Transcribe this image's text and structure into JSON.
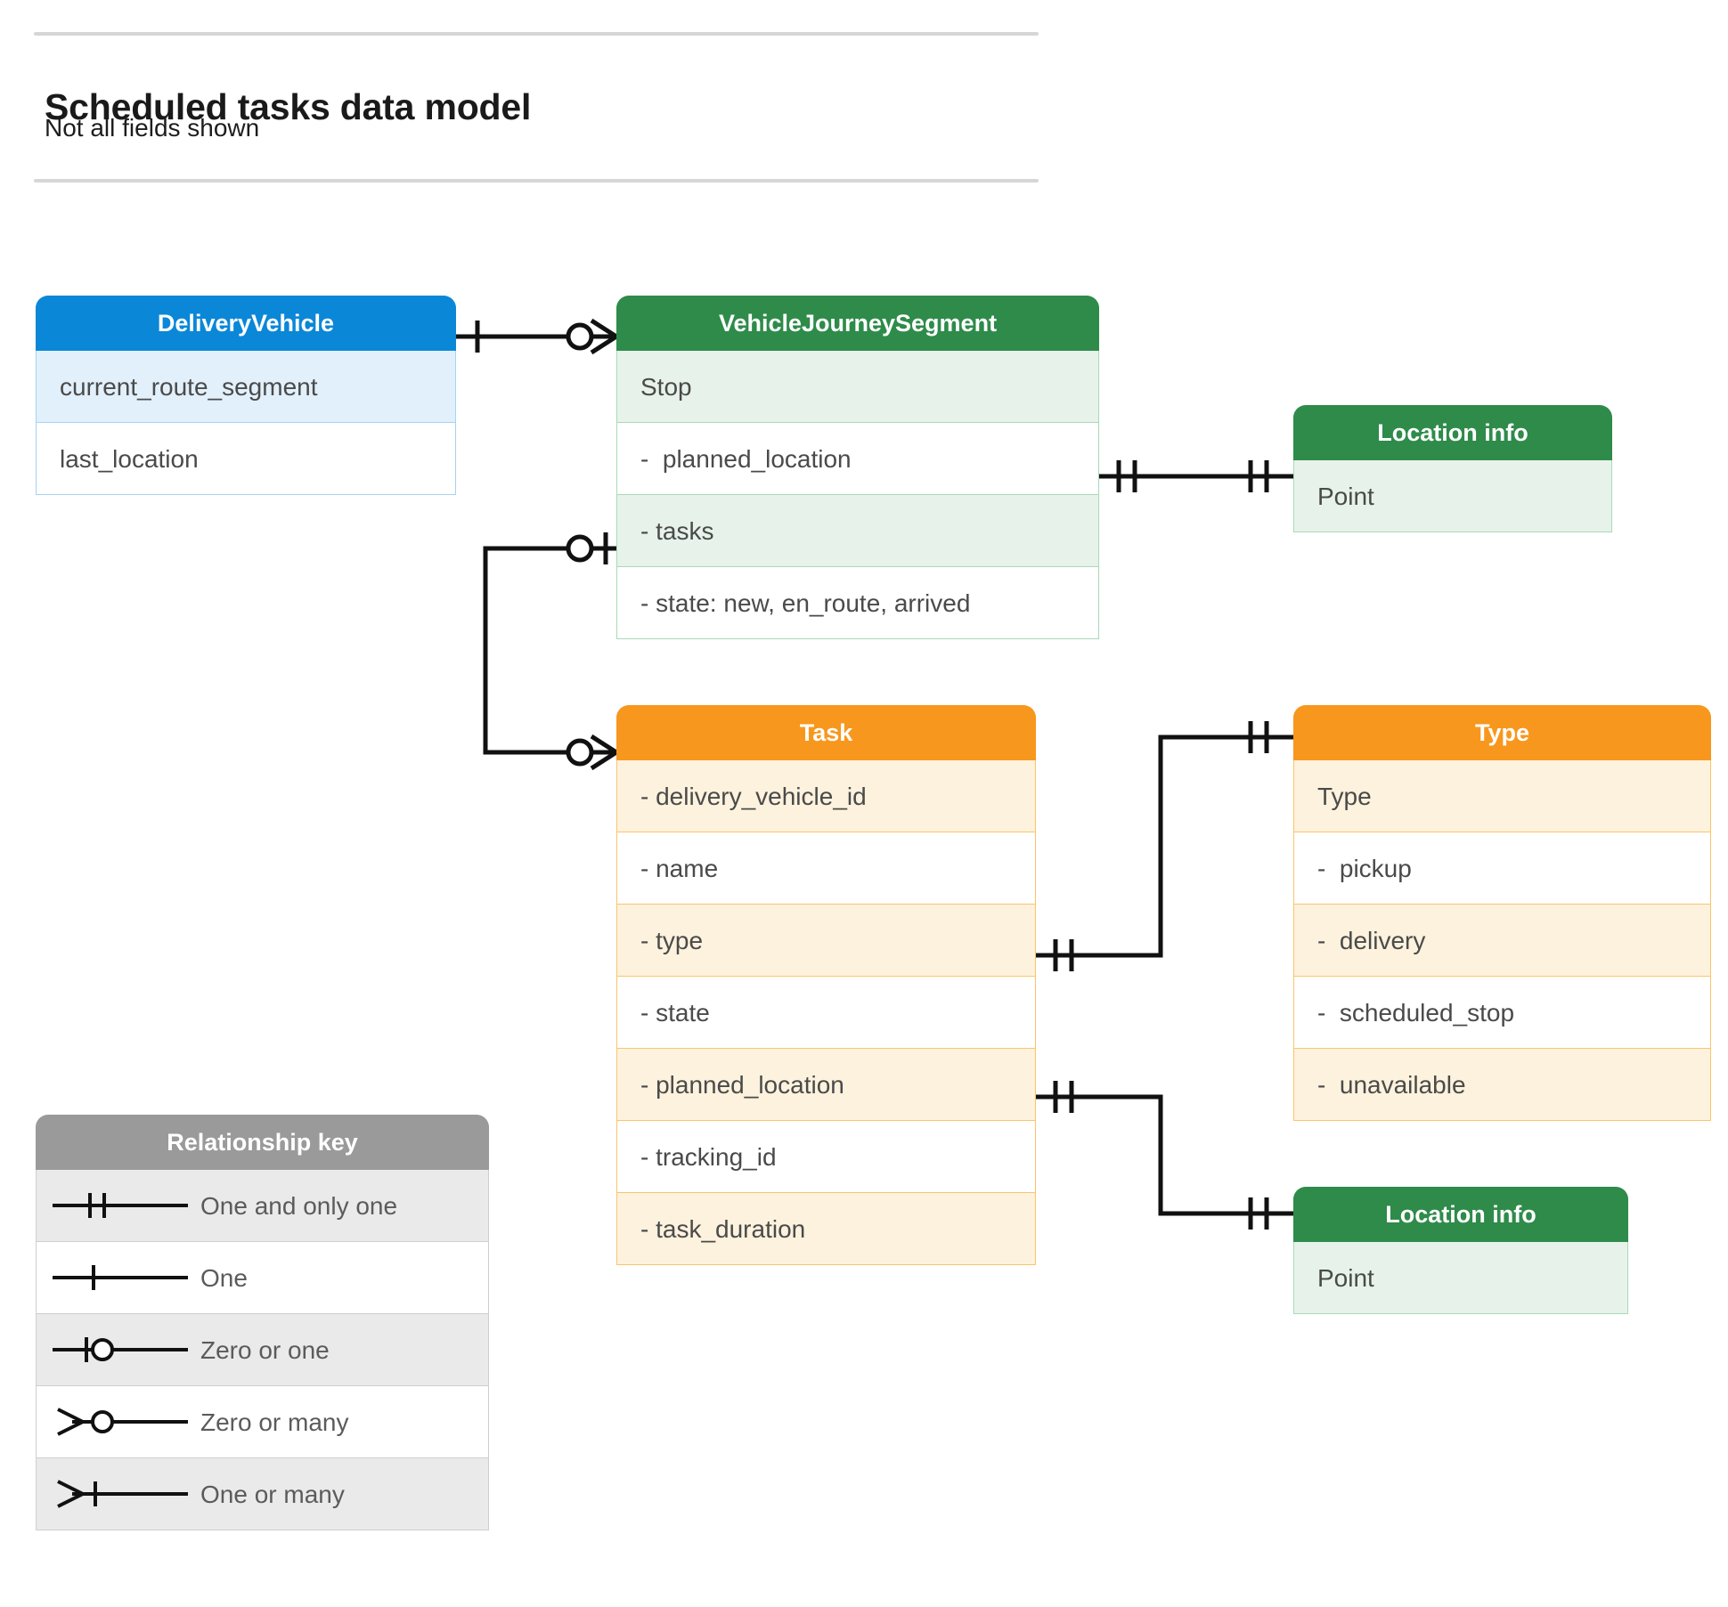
{
  "header": {
    "title": "Scheduled tasks data model",
    "subtitle": "Not all fields shown"
  },
  "entities": {
    "delivery_vehicle": {
      "title": "DeliveryVehicle",
      "color": "#0b87d8",
      "rows": [
        "current_route_segment",
        "last_location"
      ]
    },
    "vehicle_journey_segment": {
      "title": "VehicleJourneySegment",
      "color": "#2e8b4a",
      "rows": [
        "Stop",
        "-  planned_location",
        "- tasks",
        "- state: new, en_route, arrived"
      ]
    },
    "location_info_top": {
      "title": "Location info",
      "color": "#2e8b4a",
      "rows": [
        "Point"
      ]
    },
    "location_info_bottom": {
      "title": "Location info",
      "color": "#2e8b4a",
      "rows": [
        "Point"
      ]
    },
    "task": {
      "title": "Task",
      "color": "#f7971d",
      "rows": [
        "- delivery_vehicle_id",
        "- name",
        "- type",
        "- state",
        "- planned_location",
        "- tracking_id",
        "- task_duration"
      ]
    },
    "type": {
      "title": "Type",
      "color": "#f7971d",
      "rows": [
        "Type",
        "-  pickup",
        "-  delivery",
        "-  scheduled_stop",
        "-  unavailable"
      ]
    }
  },
  "legend": {
    "title": "Relationship key",
    "color": "#9a9a9a",
    "items": [
      {
        "label": "One and only one",
        "notation": "one-and-only-one"
      },
      {
        "label": "One",
        "notation": "one"
      },
      {
        "label": "Zero or one",
        "notation": "zero-or-one"
      },
      {
        "label": "Zero or many",
        "notation": "zero-or-many"
      },
      {
        "label": "One or many",
        "notation": "one-or-many"
      }
    ]
  },
  "relationships": [
    {
      "name": "delivery-vehicle-to-journey-segment",
      "from": "DeliveryVehicle",
      "to": "VehicleJourneySegment",
      "from_notation": "one",
      "to_notation": "zero-or-many"
    },
    {
      "name": "planned-location-to-location-info",
      "from": "VehicleJourneySegment.planned_location",
      "to": "Location info",
      "from_notation": "one-and-only-one",
      "to_notation": "one-and-only-one"
    },
    {
      "name": "tasks-to-task",
      "from": "VehicleJourneySegment.tasks",
      "to": "Task",
      "from_notation": "zero-or-one",
      "to_notation": "zero-or-many"
    },
    {
      "name": "task-type-to-type",
      "from": "Task.type",
      "to": "Type",
      "from_notation": "one-and-only-one",
      "to_notation": "one-and-only-one"
    },
    {
      "name": "task-planned-location-to-location-info",
      "from": "Task.planned_location",
      "to": "Location info",
      "from_notation": "one-and-only-one",
      "to_notation": "one-and-only-one"
    }
  ]
}
